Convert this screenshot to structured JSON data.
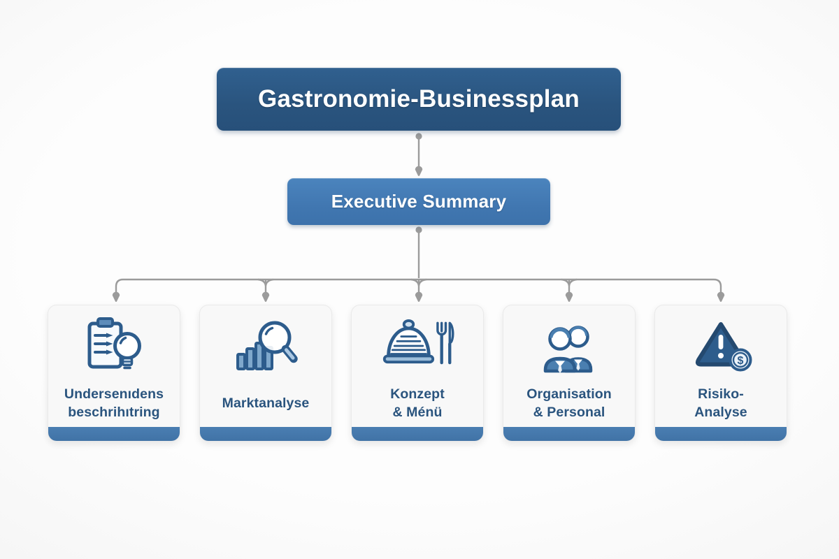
{
  "diagram": {
    "title": "Gastronomie-Businessplan",
    "summary_label": "Executive Summary",
    "cards": [
      {
        "label": "Undersenıdens\nbeschrihıtring",
        "icon": "clipboard-lightbulb-icon"
      },
      {
        "label": "Marktanalyse",
        "icon": "barchart-magnifier-icon"
      },
      {
        "label": "Konzept\n& Ménü",
        "icon": "cloche-cutlery-icon"
      },
      {
        "label": "Organisation\n& Personal",
        "icon": "businesspeople-icon"
      },
      {
        "label": "Risiko-\nAnalyse",
        "icon": "warning-triangle-coin-icon"
      }
    ],
    "coin_symbol": "$",
    "colors": {
      "title_bg": "#2a547e",
      "summary_bg": "#4076b0",
      "card_footer": "#4579ab",
      "card_bg": "#f8f8f8",
      "card_text": "#2a547e",
      "icon_stroke": "#2d5c8c",
      "connector": "#9b9b9b"
    }
  }
}
